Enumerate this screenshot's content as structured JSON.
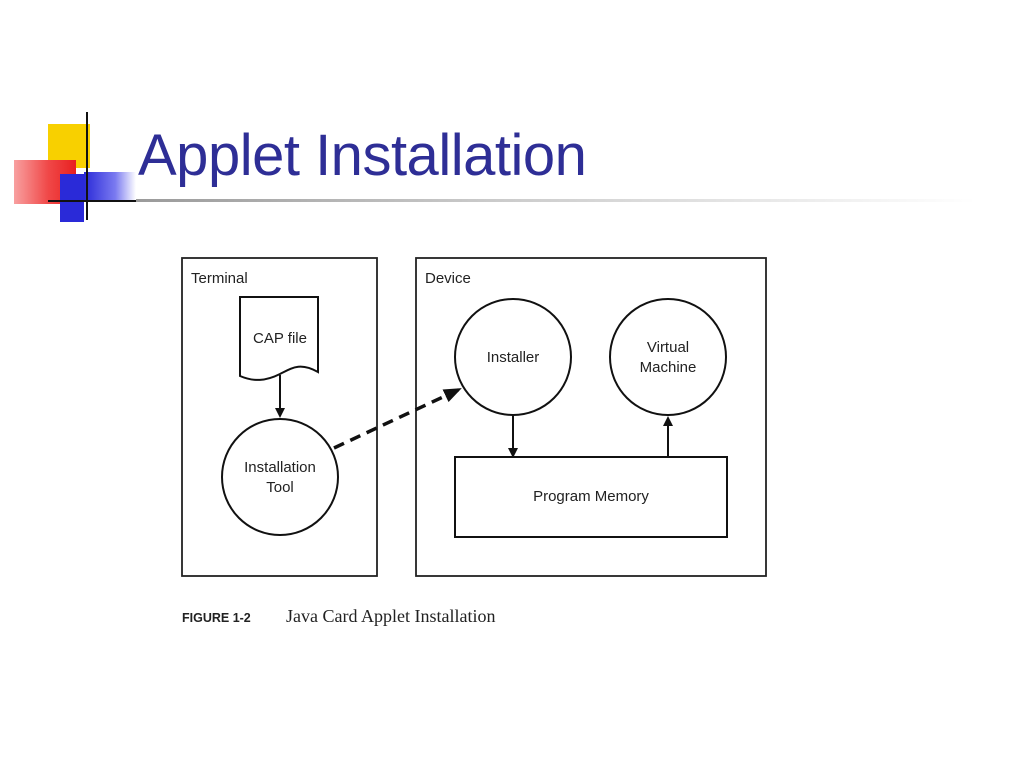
{
  "slide": {
    "title": "Applet Installation"
  },
  "diagram": {
    "terminal_label": "Terminal",
    "device_label": "Device",
    "cap_file_label": "CAP file",
    "installation_tool_line1": "Installation",
    "installation_tool_line2": "Tool",
    "installer_label": "Installer",
    "virtual_machine_line1": "Virtual",
    "virtual_machine_line2": "Machine",
    "program_memory_label": "Program Memory"
  },
  "caption": {
    "figure_number": "FIGURE 1-2",
    "text": "Java Card Applet Installation"
  },
  "colors": {
    "title": "#2e2e96",
    "accent_yellow": "#f8d000",
    "accent_red": "#e82020",
    "accent_blue": "#2a2ad8"
  }
}
